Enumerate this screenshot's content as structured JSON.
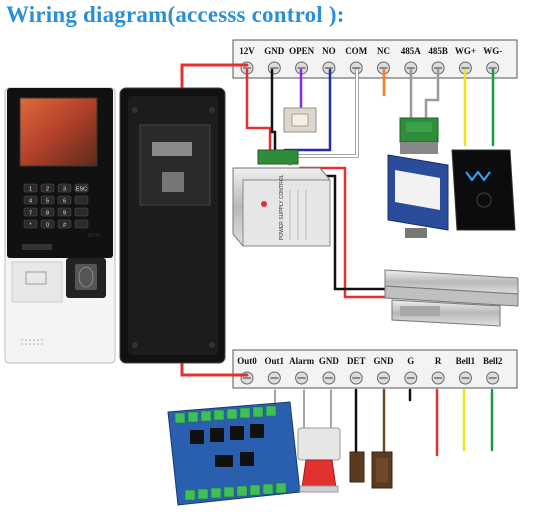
{
  "title": "Wiring diagram(accesss control ):",
  "top_terminals": [
    {
      "label": "12V",
      "wire": "#e53030"
    },
    {
      "label": "GND",
      "wire": "#111111"
    },
    {
      "label": "OPEN",
      "wire": "#8a2be2"
    },
    {
      "label": "NO",
      "wire": "#1f2fa8"
    },
    {
      "label": "COM",
      "wire": "#ffffff"
    },
    {
      "label": "NC",
      "wire": "#ff7a1a"
    },
    {
      "label": "485A",
      "wire": "#999999"
    },
    {
      "label": "485B",
      "wire": "#999999"
    },
    {
      "label": "WG+",
      "wire": "#f2e21a"
    },
    {
      "label": "WG-",
      "wire": "#1e9b3a"
    }
  ],
  "bottom_terminals": [
    {
      "label": "Out0",
      "wire": "#e53030"
    },
    {
      "label": "Out1",
      "wire": "#ffffff"
    },
    {
      "label": "Alarm",
      "wire": "#ffffff"
    },
    {
      "label": "GND",
      "wire": "#ffffff"
    },
    {
      "label": "DET",
      "wire": "#111111"
    },
    {
      "label": "GND",
      "wire": "#6b4a1f"
    },
    {
      "label": "G",
      "wire": "#111111"
    },
    {
      "label": "R",
      "wire": "#e53030"
    },
    {
      "label": "Bell1",
      "wire": "#f2e21a"
    },
    {
      "label": "Bell2",
      "wire": "#1e9b3a"
    }
  ],
  "terminal_labels": {
    "top": [
      "12V",
      "GND",
      "OPEN",
      "NO",
      "COM",
      "NC",
      "485A",
      "485B",
      "WG+",
      "WG-"
    ],
    "bottom": [
      "Out0",
      "Out1",
      "Alarm",
      "GND",
      "DET",
      "GND",
      "G",
      "R",
      "Bell1",
      "Bell2"
    ]
  },
  "device_text": {
    "keypad_keys": [
      "1",
      "2",
      "3",
      "ESC",
      "4",
      "5",
      "6",
      "",
      "7",
      "8",
      "9",
      "",
      "*",
      "0",
      "#",
      ""
    ],
    "keypad_side": "M/OK",
    "power_supply_label": "POWER SUPPLY CONTROL"
  },
  "colors": {
    "title": "#2a8fd6",
    "wire_red": "#e53030",
    "wire_black": "#111111",
    "wire_purple": "#8a2be2",
    "wire_blue": "#1f2fa8",
    "wire_orange": "#ff7a1a",
    "wire_yellow": "#f2e21a",
    "wire_green": "#1e9b3a",
    "wire_brown": "#6b4a1f"
  }
}
